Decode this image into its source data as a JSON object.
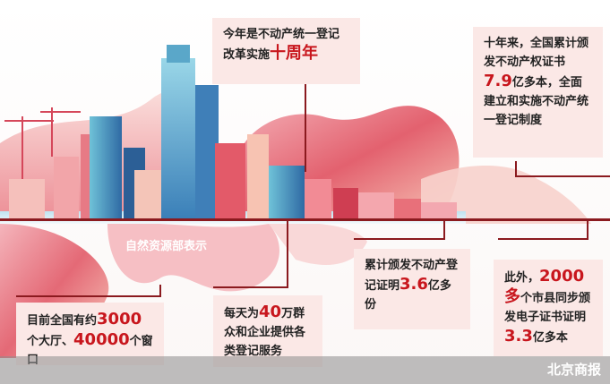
{
  "boxes": {
    "top_center": {
      "pre": "今年是不动产统一登记改革实施",
      "highlight": "十周年"
    },
    "top_right": {
      "pre": "十年来，全国累计颁发不动产权证书",
      "highlight": "7.9",
      "post": "亿多本，全面建立和实施不动产统一登记制度"
    },
    "mid_right_center": {
      "pre": "累计颁发不动产登记证明",
      "highlight": "3.6",
      "post": "亿多份"
    },
    "bottom_right": {
      "pre": "此外，",
      "h1": "2000多",
      "mid": "个市县同步颁发电子证书证明",
      "h2": "3.3",
      "post": "亿多本"
    },
    "bottom_center": {
      "pre": "每天为",
      "highlight": "40",
      "post": "万群众和企业提供各类登记服务"
    },
    "bottom_left": {
      "pre": "目前全国有约",
      "h1": "3000",
      "mid": "个大厅、",
      "h2": "40000",
      "post": "个窗口"
    }
  },
  "ministry_label": "自然资源部表示",
  "source": "北京商报",
  "colors": {
    "accent": "#c8161d",
    "box_bg": "#fbe8e6",
    "line": "#8b1a1f"
  }
}
